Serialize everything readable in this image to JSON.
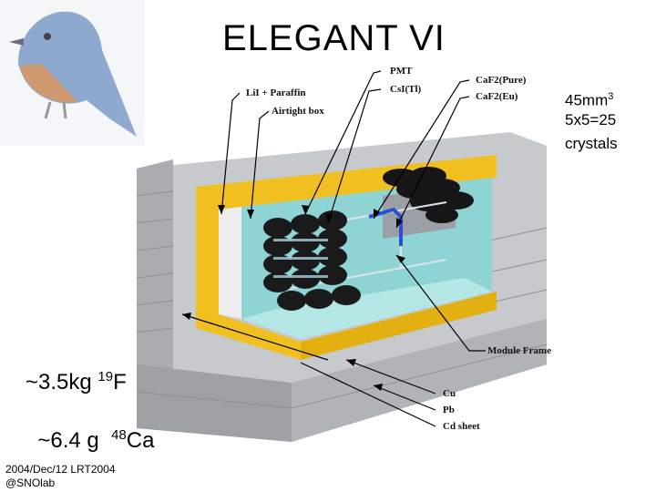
{
  "slide": {
    "title": "ELEGANT VI",
    "spec": {
      "volume": "45mm",
      "volume_exp": "3",
      "array": "5x5=25",
      "unit": "crystals"
    },
    "mass": {
      "f_prefix": "~3.5kg ",
      "f_iso": "19",
      "f_el": "F",
      "ca_prefix": "~6.4 g  ",
      "ca_iso": "48",
      "ca_el": "Ca"
    },
    "footer": {
      "date_line": "2004/Dec/12 LRT2004",
      "org": "@SNOlab"
    }
  },
  "diagram": {
    "labels": {
      "pmt": "PMT",
      "csi": "CsI(Tl)",
      "caf2_pure": "CaF2(Pure)",
      "caf2_eu": "CaF2(Eu)",
      "lil": "LiI + Paraffin",
      "airtight": "Airtight box",
      "module_frame": "Module Frame",
      "cu": "Cu",
      "pb": "Pb",
      "cd": "Cd sheet"
    }
  },
  "colors": {
    "copper": "#f0c020",
    "lead": "#b8bcc0",
    "interior": "#8fd4d4",
    "pmt": "#161616",
    "frame": "#2a4fd0"
  }
}
